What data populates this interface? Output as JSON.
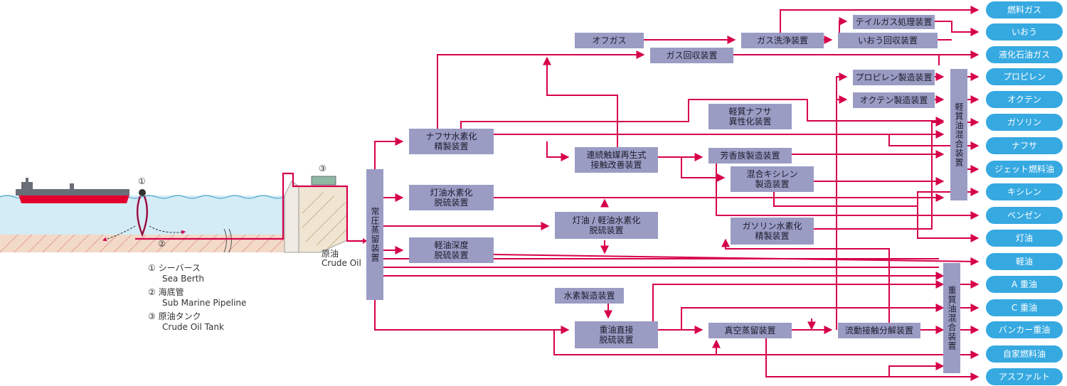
{
  "legend": {
    "sea_berth_jp": "① シーバース",
    "sea_berth_en": "Sea Berth",
    "pipeline_jp": "② 海底管",
    "pipeline_en": "Sub Marine Pipeline",
    "tank_jp": "③ 原油タンク",
    "tank_en": "Crude Oil Tank"
  },
  "markers": {
    "one": "①",
    "two": "②",
    "three": "③"
  },
  "crude": {
    "jp": "原油",
    "en": "Crude Oil"
  },
  "units": {
    "atm_distill": "常圧蒸留装置",
    "naphtha_hds": "ナフサ水素化\n精製装置",
    "kero_hds": "灯油水素化\n脱硫装置",
    "gasoil_deep": "軽油深度\n脱硫装置",
    "offgas": "オフガス",
    "gas_recovery": "ガス回収装置",
    "gas_wash": "ガス洗浄装置",
    "tailgas": "テイルガス処理装置",
    "sulfur_recovery": "いおう回収装置",
    "propylene_unit": "プロピレン製造装置",
    "octene_unit": "オクテン製造装置",
    "light_naphtha_isom": "軽質ナフサ\n異性化装置",
    "ccr": "連続触媒再生式\n接触改善装置",
    "aromatics": "芳香族製造装置",
    "mixed_xylene": "混合キシレン\n製造装置",
    "kero_gasoil_hds": "灯油 / 軽油水素化\n脱硫装置",
    "gasoline_hydro": "ガソリン水素化\n精製装置",
    "hydrogen": "水素製造装置",
    "heavy_hds": "重油直接\n脱硫装置",
    "vacuum": "真空蒸留装置",
    "fcc": "流動接触分解装置",
    "light_blend": "軽質油混合装置",
    "heavy_blend": "重質油混合装置"
  },
  "products": [
    "燃料ガス",
    "いおう",
    "液化石油ガス",
    "プロピレン",
    "オクテン",
    "ガソリン",
    "ナフサ",
    "ジェット燃料油",
    "キシレン",
    "ベンゼン",
    "灯油",
    "軽油",
    "A 重油",
    "C 重油",
    "バンカー重油",
    "自家燃料油",
    "アスファルト"
  ],
  "colors": {
    "flow": "#d6004b",
    "unit": "#9a9cc4",
    "product": "#36a9e1",
    "sea": "#d3ecf6",
    "ship_hull": "#e3002d"
  }
}
